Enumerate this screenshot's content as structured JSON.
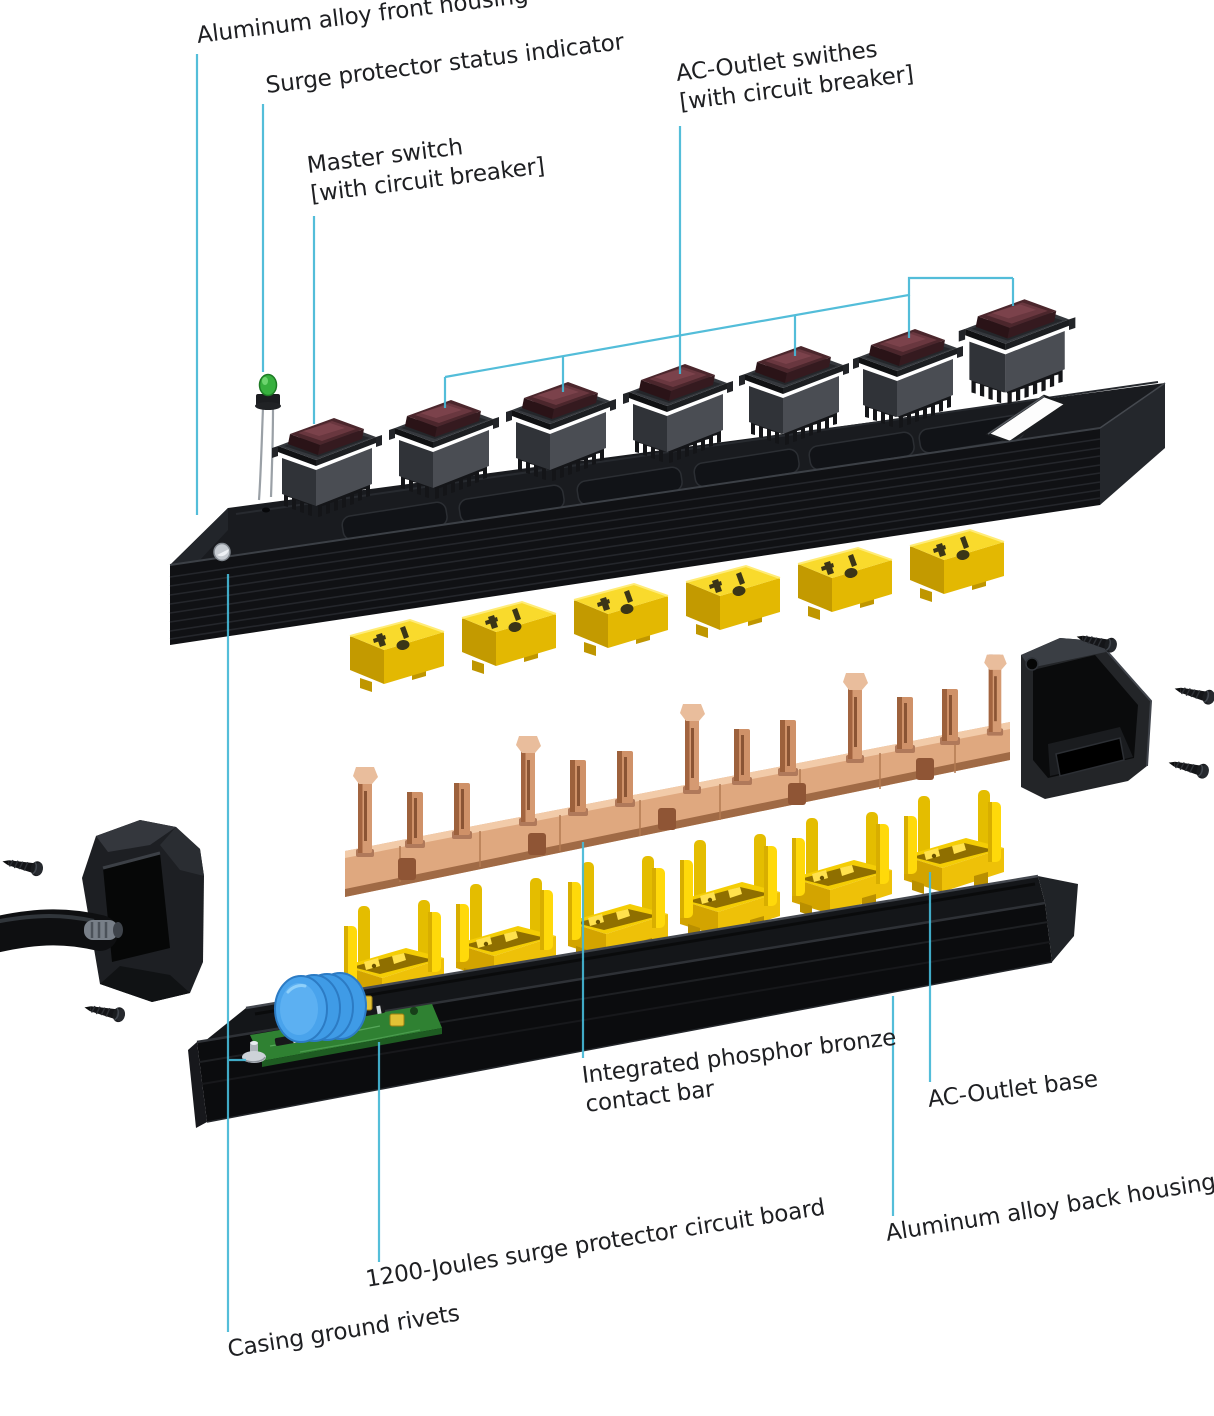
{
  "labels": {
    "front_housing": "Aluminum alloy front housing",
    "status_indicator": "Surge protector status indicator",
    "master_switch": [
      "Master switch",
      "[with circuit breaker]"
    ],
    "outlet_switches": [
      "AC-Outlet swithes",
      "[with circuit breaker]"
    ],
    "contact_bar": [
      "Integrated phosphor bronze",
      "contact bar"
    ],
    "outlet_base": "AC-Outlet base",
    "circuit_board": "1200-Joules surge protector circuit board",
    "back_housing": "Aluminum alloy back housing",
    "ground_rivets": "Casing ground rivets"
  },
  "component_counts": {
    "rocker_switches": 7,
    "outlet_faces": 6,
    "outlet_bases": 6,
    "contact_bar_terminals": 13,
    "screws": 5,
    "ground_rivets": 2,
    "status_led": 1,
    "mov_discs": 4
  },
  "colors": {
    "background": "#ffffff",
    "label_text": "#1e1f22",
    "leader_line": "#45b8d6",
    "housing_black": "#14161a",
    "rocker_red": "#4b262c",
    "outlet_yellow": "#f6cf08",
    "copper": "#dfa87f",
    "pcb_green": "#2f8132",
    "mov_blue": "#3f9be6",
    "led_green": "#37b03e"
  }
}
